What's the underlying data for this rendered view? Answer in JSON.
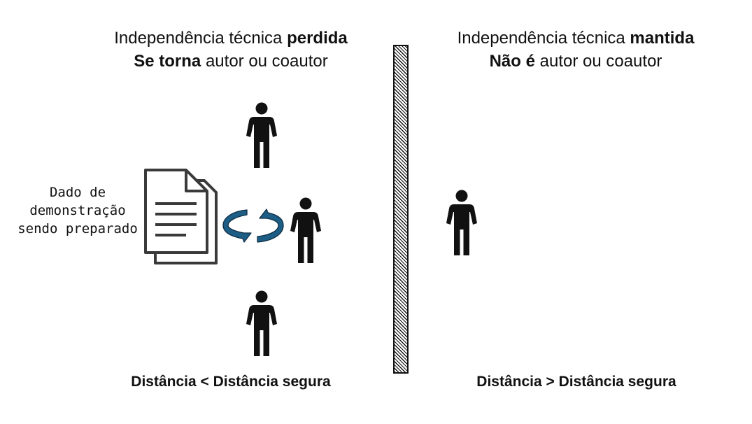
{
  "left_side": {
    "line1_normal": "Independência técnica ",
    "line1_bold": "perdida",
    "line2_bold": "Se torna",
    "line2_normal": " autor ou coautor",
    "footer": "Distância < Distância segura",
    "document_label": [
      "Dado de",
      "demonstração",
      "sendo preparado"
    ]
  },
  "right_side": {
    "line1_normal": "Independência técnica ",
    "line1_bold": "mantida",
    "line2_bold": "Não é",
    "line2_normal": " autor ou coautor",
    "footer": "Distância > Distância segura"
  },
  "icons": {
    "person": "person-icon",
    "document": "document-icon",
    "cycle": "cycle-arrows-icon",
    "wall": "wall"
  },
  "colors": {
    "arrow_fill": "#1d5e86",
    "icon_fill": "#111111",
    "document_stroke": "#3a3a3a"
  }
}
